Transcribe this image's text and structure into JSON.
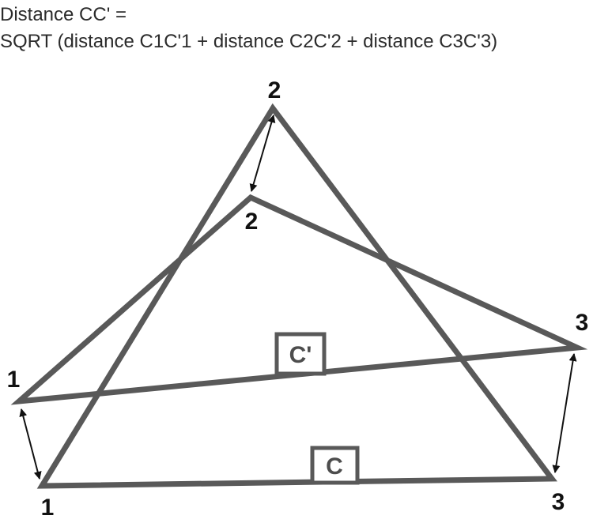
{
  "formula": {
    "line1": "Distance CC' =",
    "line2": "SQRT (distance C1C'1 + distance C2C'2 + distance C3C'3)"
  },
  "triangle_c": {
    "centroid_label": "C",
    "vertex_labels": [
      "1",
      "2",
      "3"
    ]
  },
  "triangle_c_prime": {
    "centroid_label": "C'",
    "vertex_labels": [
      "1",
      "2",
      "3"
    ]
  },
  "colors": {
    "stroke": "#595959",
    "arrow": "#111111",
    "text": "#111111"
  }
}
